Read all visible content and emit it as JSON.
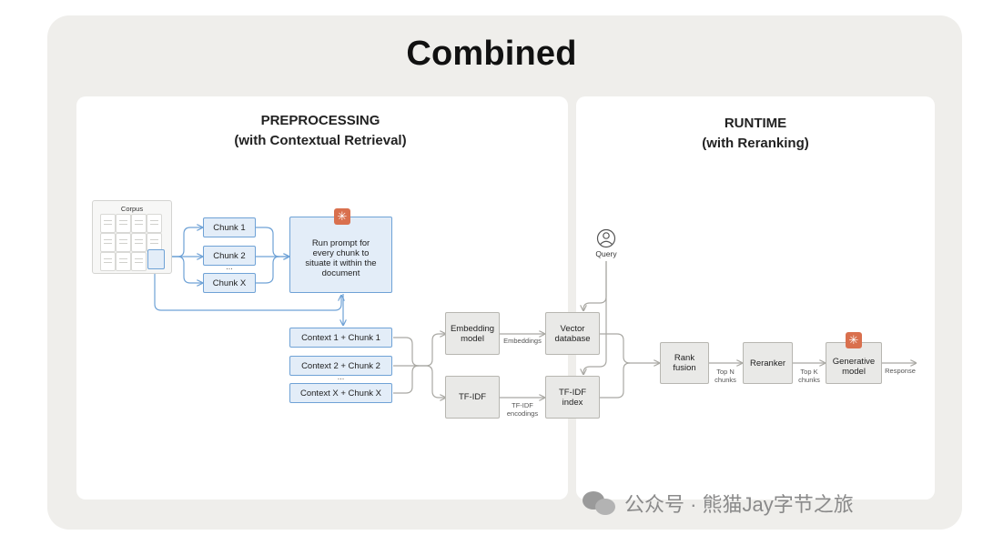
{
  "title": "Combined",
  "preprocessing": {
    "title": "PREPROCESSING",
    "subtitle": "(with Contextual Retrieval)",
    "corpus_label": "Corpus",
    "chunks": [
      "Chunk 1",
      "Chunk 2",
      "...",
      "Chunk X"
    ],
    "prompt_box": "Run prompt for every chunk to situate it within the document",
    "contexts": [
      "Context 1 + Chunk 1",
      "Context 2 + Chunk 2",
      "...",
      "Context X + Chunk X"
    ]
  },
  "middle": {
    "embedding_model": "Embedding model",
    "tfidf": "TF-IDF",
    "embeddings_label": "Embeddings",
    "tfidf_encodings_label": "TF-IDF encodings",
    "vector_database": "Vector database",
    "tfidf_index": "TF-IDF index"
  },
  "runtime": {
    "title": "RUNTIME",
    "subtitle": "(with Reranking)",
    "query_label": "Query",
    "rank_fusion": "Rank fusion",
    "top_n_label": "Top N chunks",
    "reranker": "Reranker",
    "top_k_label": "Top K chunks",
    "generative_model": "Generative model",
    "response_label": "Response"
  },
  "watermark": "公众号 · 熊猫Jay字节之旅",
  "colors": {
    "blue_fill": "#e3edf8",
    "blue_stroke": "#6fa2d6",
    "gray_fill": "#e9e9e7",
    "claude_orange": "#d9704e"
  }
}
